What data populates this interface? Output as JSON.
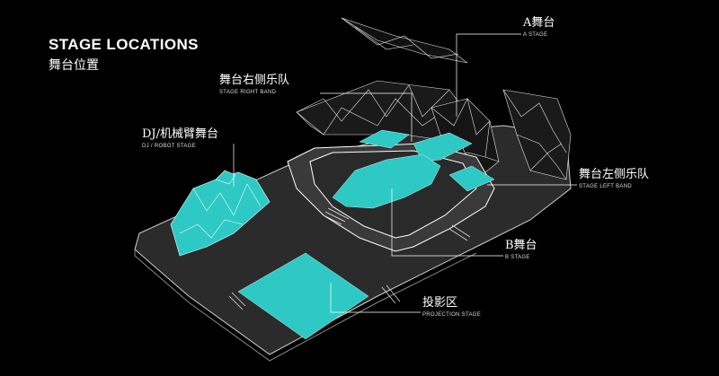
{
  "header": {
    "title": "STAGE LOCATIONS",
    "subtitle": "舞台位置"
  },
  "labels": {
    "a_stage": {
      "zh": "A舞台",
      "en": "A STAGE"
    },
    "right_band": {
      "zh": "舞台右侧乐队",
      "en": "STAGE RIGHT BAND"
    },
    "dj_robot": {
      "zh": "DJ/机械臂舞台",
      "en": "DJ / ROBOT STAGE"
    },
    "left_band": {
      "zh": "舞台左侧乐队",
      "en": "STAGE LEFT BAND"
    },
    "b_stage": {
      "zh": "B舞台",
      "en": "B STAGE"
    },
    "projection": {
      "zh": "投影区",
      "en": "PROJECTION STAGE"
    }
  },
  "colors": {
    "background": "#000000",
    "floor": "#2b2b2b",
    "highlight": "#2ec9c4",
    "line": "#ffffff"
  }
}
